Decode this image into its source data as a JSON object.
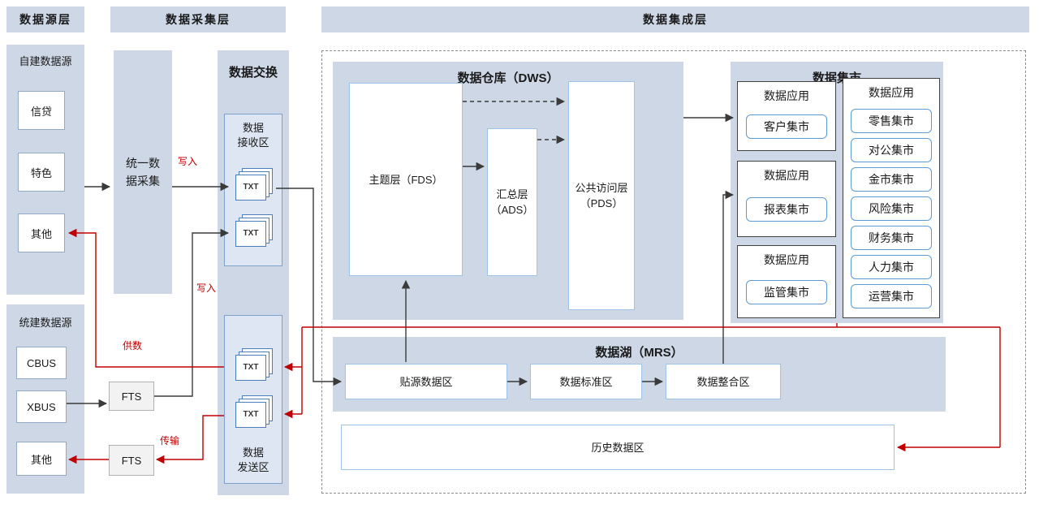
{
  "layers": {
    "source": "数据源层",
    "collection": "数据采集层",
    "integration": "数据集成层"
  },
  "source_layer": {
    "self_built": {
      "title": "自建数据源",
      "items": [
        "信贷",
        "特色",
        "其他"
      ]
    },
    "unified": {
      "title": "统建数据源",
      "items": [
        "CBUS",
        "XBUS",
        "其他"
      ]
    }
  },
  "collection_layer": {
    "unified_collection_line1": "统一数",
    "unified_collection_line2": "据采集",
    "fts_upper": "FTS",
    "fts_lower": "FTS"
  },
  "exchange": {
    "title": "数据交换",
    "receive": {
      "line1": "数据",
      "line2": "接收区",
      "files": [
        "TXT",
        "TXT"
      ]
    },
    "send": {
      "line1": "数据",
      "line2": "发送区",
      "files": [
        "TXT",
        "TXT"
      ]
    }
  },
  "integration_layer": {
    "warehouse": {
      "title": "数据仓库（DWS）",
      "subject": "主题层（FDS）",
      "summary_line1": "汇总层",
      "summary_line2": "（ADS）",
      "public_line1": "公共访问层",
      "public_line2": "（PDS）"
    },
    "mart": {
      "title": "数据集市",
      "groups": [
        {
          "title": "数据应用",
          "items": [
            "客户集市"
          ]
        },
        {
          "title": "数据应用",
          "items": [
            "报表集市"
          ]
        },
        {
          "title": "数据应用",
          "items": [
            "监管集市"
          ]
        },
        {
          "title": "数据应用",
          "items": [
            "零售集市",
            "对公集市",
            "金市集市",
            "风险集市",
            "财务集市",
            "人力集市",
            "运营集市"
          ]
        }
      ]
    },
    "lake": {
      "title": "数据湖（MRS）",
      "zones": [
        "贴源数据区",
        "数据标准区",
        "数据整合区"
      ]
    },
    "history_zone": "历史数据区"
  },
  "flow_labels": {
    "write_upper": "写入",
    "write_lower": "写入",
    "supply": "供数",
    "transfer": "传输"
  },
  "colors": {
    "panel_fill": "#cdd7e5",
    "box_border_blue": "#9dc3e6",
    "mart_border_blue": "#5b9bd5",
    "arrow_black": "#3a3a3a",
    "arrow_red": "#c00000"
  }
}
